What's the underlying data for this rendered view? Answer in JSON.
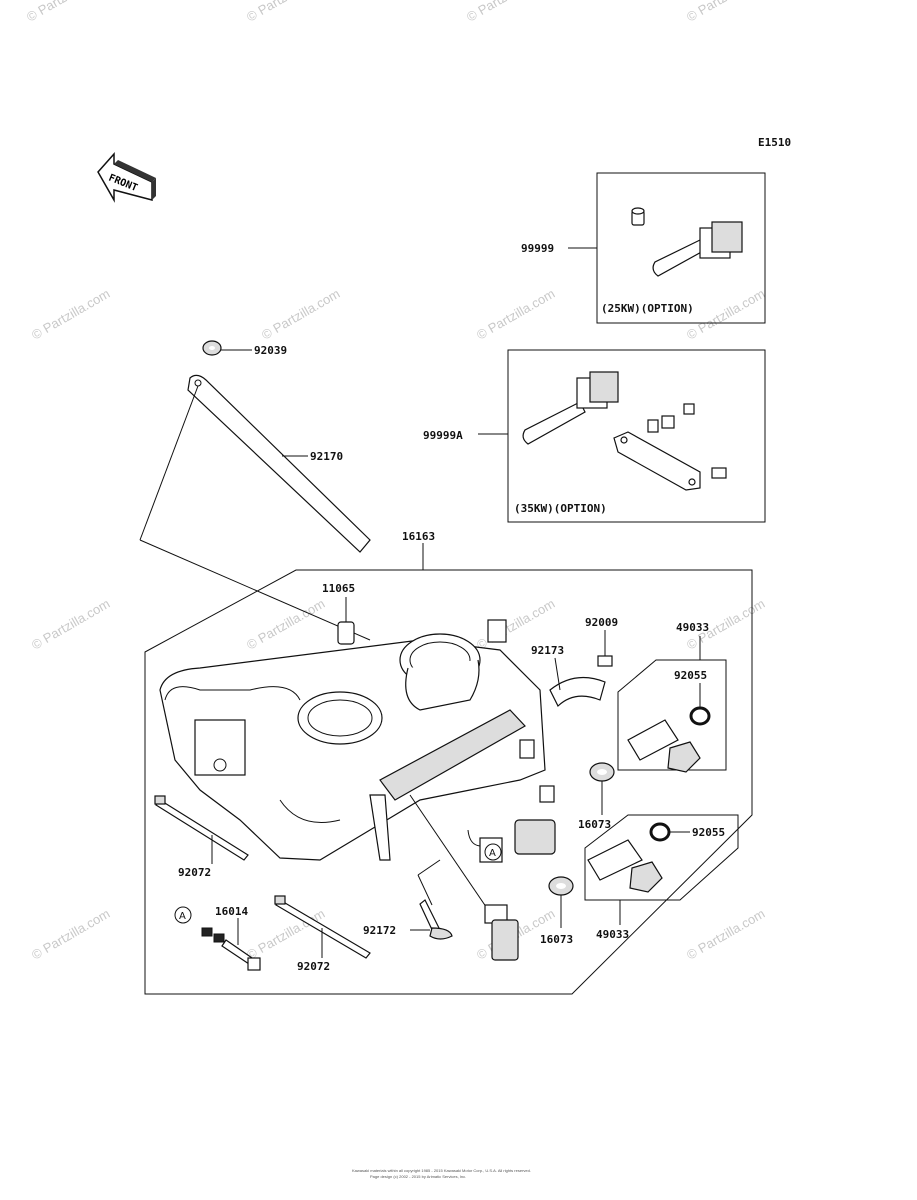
{
  "diagram": {
    "code": "E1510",
    "front_label": "FRONT",
    "option_labels": {
      "kw25": "(25KW)(OPTION)",
      "kw35": "(35KW)(OPTION)"
    },
    "ref_marker": "A",
    "watermark": "© Partzilla.com",
    "copyright_line1": "Kawasaki materials within all copyright 1985 - 2015 Kawasaki Motor Corp., U.S.A. All rights reserved.",
    "copyright_line2": "Page design (c) 2002 - 2015 by Arimatic Services, Inc.",
    "callouts": {
      "c99999": "99999",
      "c99999a": "99999A",
      "c92039": "92039",
      "c92170": "92170",
      "c16163": "16163",
      "c11065": "11065",
      "c92009": "92009",
      "c49033_top": "49033",
      "c92173": "92173",
      "c92055_top": "92055",
      "c16073_top": "16073",
      "c92055_mid": "92055",
      "c92072_left": "92072",
      "c16014": "16014",
      "c92172": "92172",
      "c16073_bot": "16073",
      "c49033_bot": "49033",
      "c92072_bot": "92072"
    }
  }
}
